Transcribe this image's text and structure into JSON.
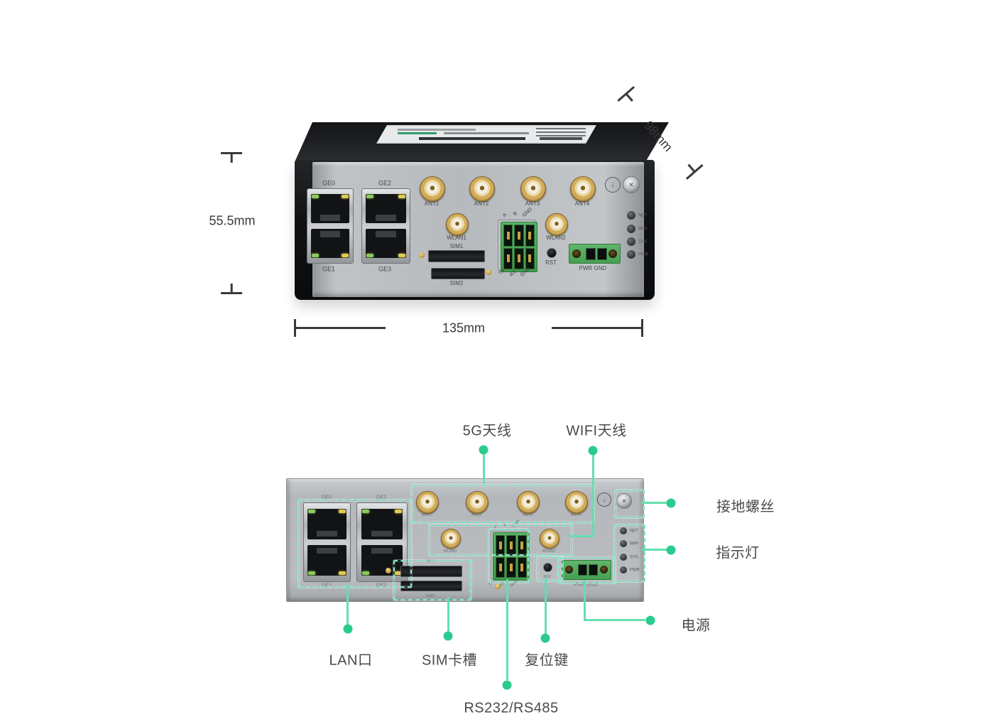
{
  "dimensions": {
    "height_label": "55.5mm",
    "width_label": "135mm",
    "depth_label": "98mm"
  },
  "panel": {
    "eth_top": [
      "GE0",
      "GE2"
    ],
    "eth_bottom": [
      "GE1",
      "GE3"
    ],
    "antennas": [
      "ANT1",
      "ANT2",
      "ANT3",
      "ANT4"
    ],
    "wlan": [
      "WLAN1",
      "WLAN2"
    ],
    "serial_top": [
      "A",
      "B",
      "GND"
    ],
    "serial_bottom": [
      "TX",
      "RX",
      "GND"
    ],
    "sim": [
      "SIM1",
      "SIM2"
    ],
    "reset_label": "RST",
    "power_label": "PWR  GND",
    "leds": [
      "NET",
      "WIFI",
      "SYS",
      "PWR"
    ]
  },
  "callouts": {
    "antenna_5g": "5G天线",
    "antenna_wifi": "WIFI天线",
    "ground_screw": "接地螺丝",
    "indicators": "指示灯",
    "power": "电源",
    "lan": "LAN口",
    "sim_slot": "SIM卡槽",
    "reset": "复位键",
    "serial": "RS232/RS485"
  },
  "icons": {
    "ground_symbol": "↓",
    "screw_slot": "✕"
  },
  "colors": {
    "callout_line": "#64dfae",
    "callout_dot": "#2bcb8f",
    "dashed_box": "#7ce5c3",
    "case_black": "#141517",
    "panel_silver": "#b7babd",
    "connector_gold": "#d2ac5b",
    "terminal_green": "#45a051"
  }
}
